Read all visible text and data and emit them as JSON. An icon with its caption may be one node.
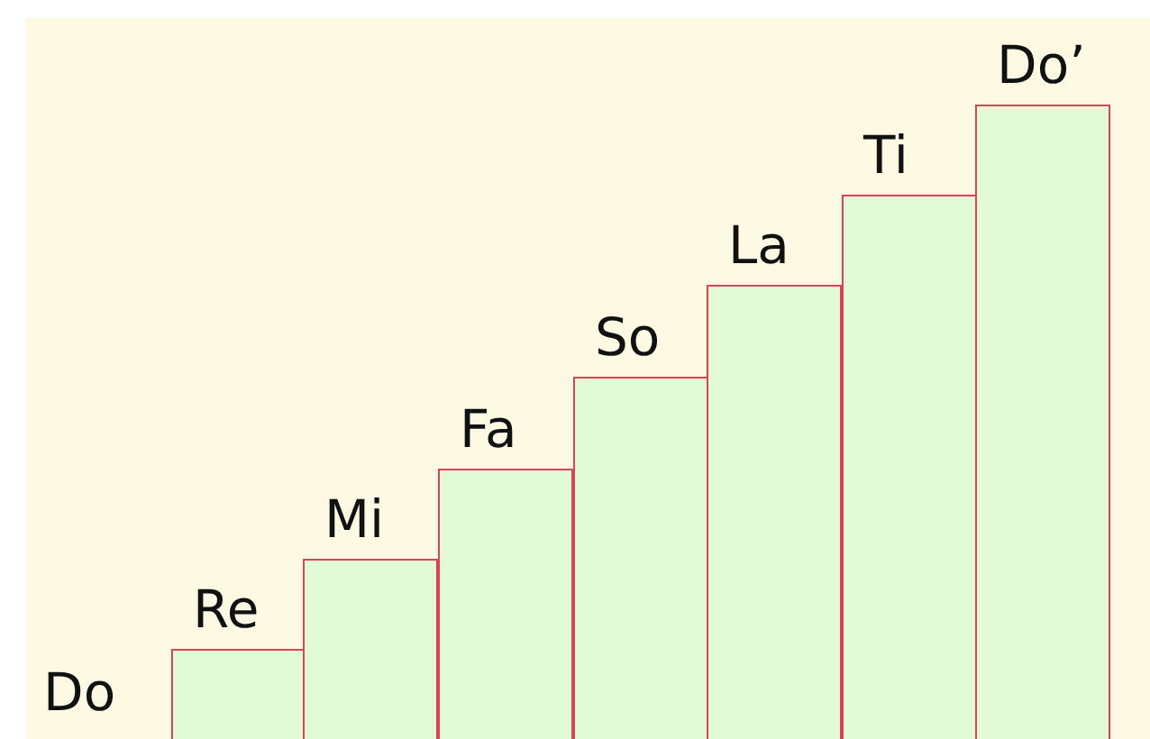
{
  "diagram": {
    "nodes": [
      {
        "text": [
          "Re"
        ]
      },
      {
        "text": [
          "Mi"
        ]
      },
      {
        "text": [
          "Fa"
        ]
      },
      {
        "text": [
          "So"
        ]
      },
      {
        "text": [
          "La"
        ]
      },
      {
        "text": [
          "Ti"
        ]
      },
      {
        "text": [
          "Do’"
        ]
      }
    ],
    "labels": [
      "Do"
    ]
  }
}
